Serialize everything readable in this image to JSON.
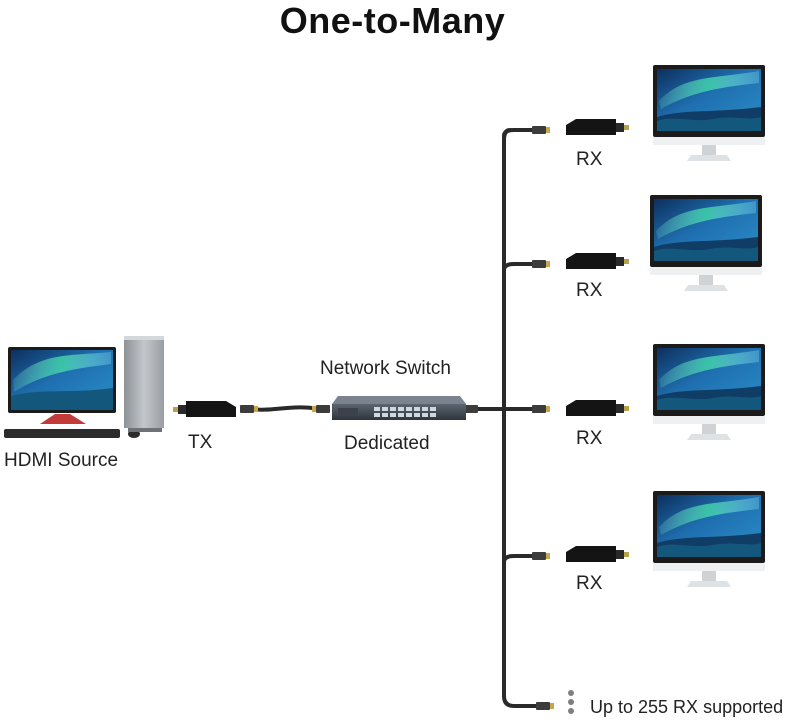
{
  "title": "One-to-Many",
  "source": {
    "label": "HDMI Source"
  },
  "transmitter": {
    "label": "TX"
  },
  "switch": {
    "label": "Network Switch",
    "caption": "Dedicated"
  },
  "receivers": [
    {
      "label": "RX"
    },
    {
      "label": "RX"
    },
    {
      "label": "RX"
    },
    {
      "label": "RX"
    }
  ],
  "footer": {
    "note": "Up to 255 RX supported"
  },
  "colors": {
    "cable": "#2a2a2a",
    "device": "#141414",
    "bezel": "#1b1b1b",
    "screen_sky": "#1f6fb0",
    "aurora": "#3fd3a8",
    "stand": "#cfd3d6",
    "tower": "#a9adb1"
  }
}
